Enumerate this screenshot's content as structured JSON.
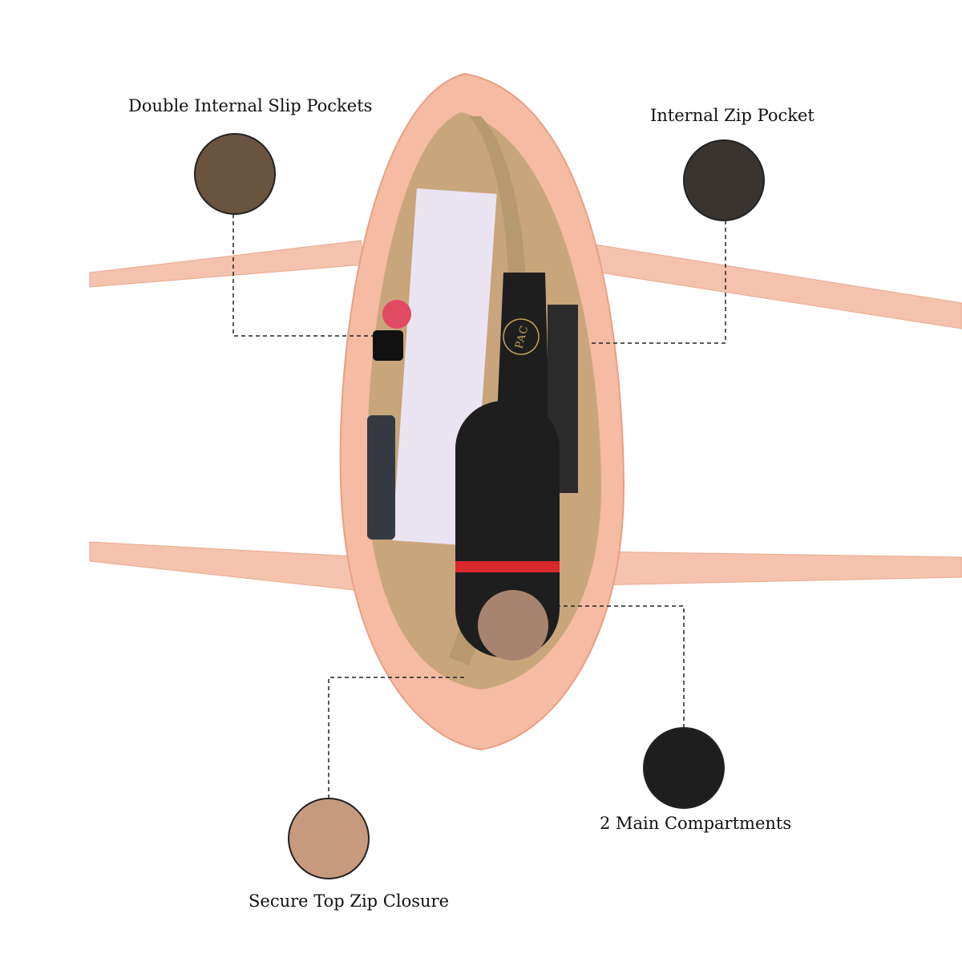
{
  "features": [
    {
      "label": "Double Internal Slip Pockets",
      "icon": "slip-pocket-detail"
    },
    {
      "label": "Internal Zip Pocket",
      "icon": "zip-pocket-detail"
    },
    {
      "label": "2 Main Compartments",
      "icon": "compartment-detail"
    },
    {
      "label": "Secure Top Zip Closure",
      "icon": "zip-closure-detail"
    }
  ],
  "colors": {
    "bag": "#f3b49b",
    "lining": "#c9a57c",
    "dark": "#1d1d1d",
    "accent": "#d8282b"
  },
  "brand_mark": "PAC"
}
